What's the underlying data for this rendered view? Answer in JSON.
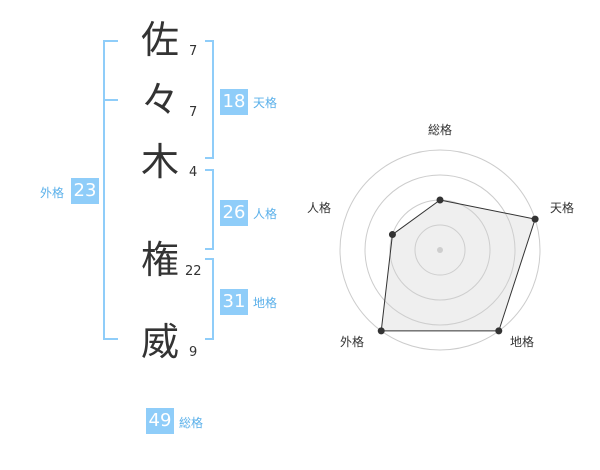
{
  "name_chars": [
    {
      "char": "佐",
      "strokes": "7"
    },
    {
      "char": "々",
      "strokes": "7"
    },
    {
      "char": "木",
      "strokes": "4"
    },
    {
      "char": "権",
      "strokes": "22"
    },
    {
      "char": "威",
      "strokes": "9"
    }
  ],
  "fortunes": {
    "tenkaku": {
      "label": "天格",
      "value": "18"
    },
    "jinkaku": {
      "label": "人格",
      "value": "26"
    },
    "chikaku": {
      "label": "地格",
      "value": "31"
    },
    "gaikaku": {
      "label": "外格",
      "value": "23"
    },
    "soukaku": {
      "label": "総格",
      "value": "49"
    }
  },
  "colors": {
    "accent": "#8fcdf9",
    "bracket": "#5ab0ea",
    "label": "#5ab0ea"
  },
  "chart_data": {
    "type": "radar",
    "axes": [
      "総格",
      "天格",
      "地格",
      "外格",
      "人格"
    ],
    "values": [
      0.5,
      1.0,
      1.0,
      1.0,
      0.5
    ],
    "range": [
      0,
      1
    ],
    "rings": 4
  }
}
